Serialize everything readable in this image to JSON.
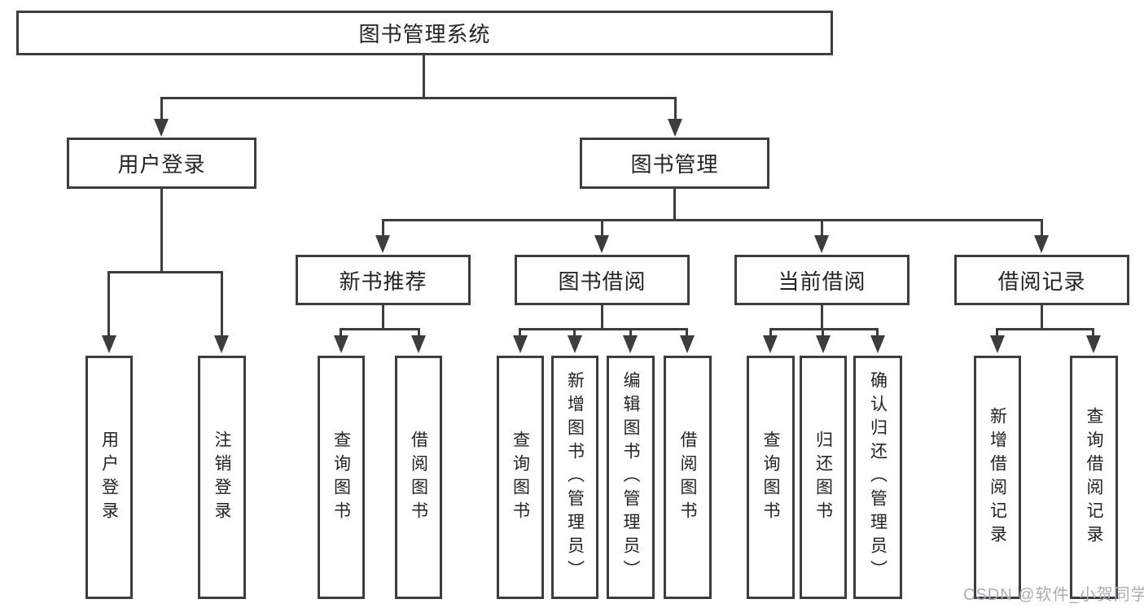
{
  "tree": {
    "root": {
      "label": "图书管理系统"
    },
    "branches": [
      {
        "label": "用户登录",
        "children": [
          {
            "label": "用户登录"
          },
          {
            "label": "注销登录"
          }
        ]
      },
      {
        "label": "图书管理",
        "children": [
          {
            "label": "新书推荐",
            "children": [
              {
                "label": "查询图书"
              },
              {
                "label": "借阅图书"
              }
            ]
          },
          {
            "label": "图书借阅",
            "children": [
              {
                "label": "查询图书"
              },
              {
                "label": "新增图书（管理员）"
              },
              {
                "label": "编辑图书（管理员）"
              },
              {
                "label": "借阅图书"
              }
            ]
          },
          {
            "label": "当前借阅",
            "children": [
              {
                "label": "查询图书"
              },
              {
                "label": "归还图书"
              },
              {
                "label": "确认归还（管理员）"
              }
            ]
          },
          {
            "label": "借阅记录",
            "children": [
              {
                "label": "新增借阅记录"
              },
              {
                "label": "查询借阅记录"
              }
            ]
          }
        ]
      }
    ]
  },
  "watermark": {
    "text": "CSDN @软件_小贺同学"
  },
  "colors": {
    "line": "#3d3d3f",
    "text": "#232326",
    "watermark": "#aaadb2",
    "bg": "#ffffff"
  }
}
